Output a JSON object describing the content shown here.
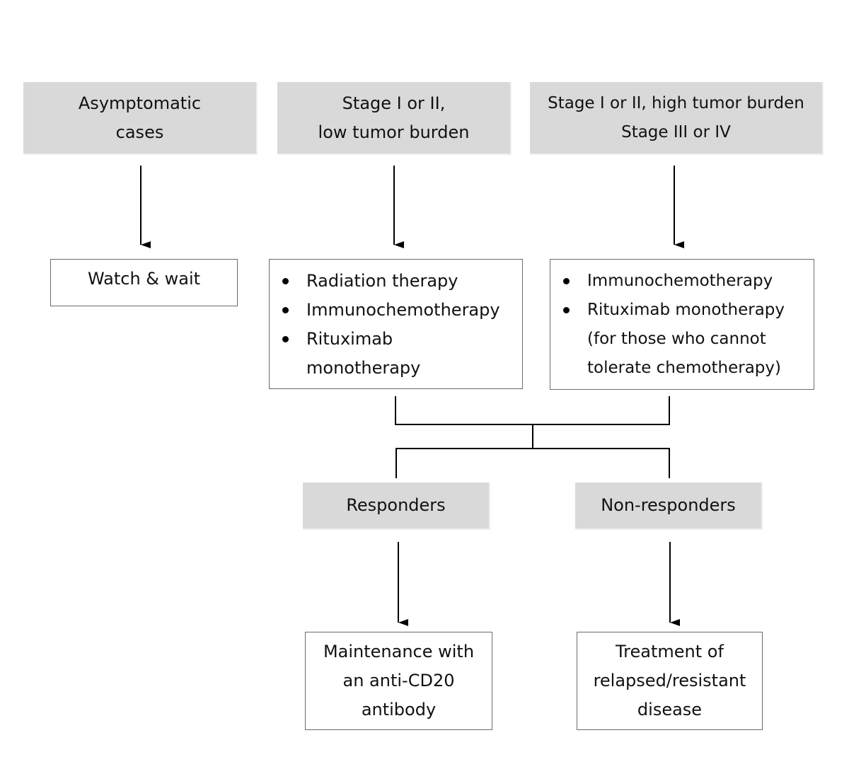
{
  "stages": {
    "asymptomatic": [
      "Asymptomatic",
      "cases"
    ],
    "low_burden": [
      "Stage I or II,",
      "low tumor burden"
    ],
    "high_burden": [
      "Stage I or II, high tumor burden",
      "Stage III or IV"
    ]
  },
  "treatments": {
    "watch_wait": "Watch & wait",
    "low_burden_options": [
      "Radiation therapy",
      "Immunochemotherapy",
      "Rituximab monotherapy"
    ],
    "high_burden_options": [
      "Immunochemotherapy",
      "Rituximab monotherapy (for those who cannot tolerate chemotherapy)"
    ]
  },
  "responses": {
    "responders": "Responders",
    "non_responders": "Non-responders"
  },
  "outcomes": {
    "maintenance": [
      "Maintenance with",
      "an anti-CD20",
      "antibody"
    ],
    "relapsed": [
      "Treatment of",
      "relapsed/resistant",
      "disease"
    ]
  }
}
